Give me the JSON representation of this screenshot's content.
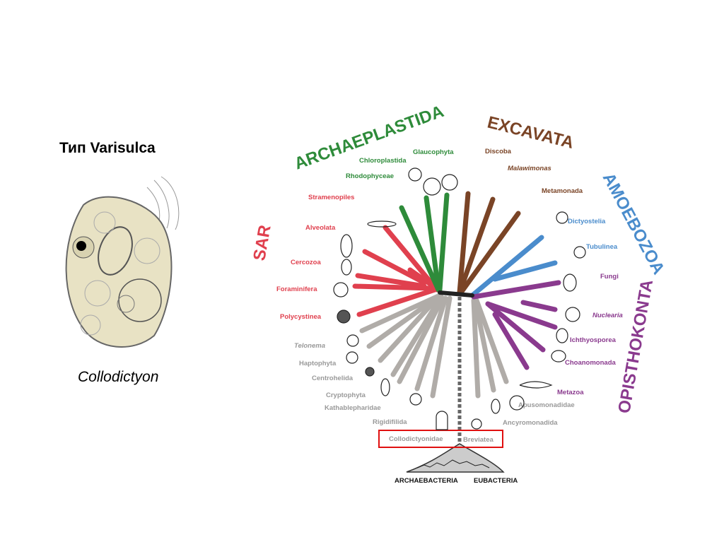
{
  "slide": {
    "title": "Тип Varisulca",
    "caption": "Collodictyon"
  },
  "tree": {
    "supergroups": {
      "sar": "SAR",
      "archaeplastida": "ARCHAEPLASTIDA",
      "excavata": "EXCAVATA",
      "amoebozoa": "AMOEBOZOA",
      "opisthokonta": "OPISTHOKONTA"
    },
    "colors": {
      "sar": "#e0404e",
      "archaeplastida": "#2e8b3a",
      "excavata": "#7a4426",
      "amoebozoa": "#4a8ccc",
      "opisthokonta": "#8a3a8e",
      "other": "#aaaaaa",
      "highlight": "#e01010"
    },
    "labels": {
      "glaucophyta": "Glaucophyta",
      "chloroplastida": "Chloroplastida",
      "rhodophyceae": "Rhodophyceae",
      "stramenopiles": "Stramenopiles",
      "alveolata": "Alveolata",
      "cercozoa": "Cercozoa",
      "foraminifera": "Foraminifera",
      "polycystinea": "Polycystinea",
      "telonema": "Telonema",
      "haptophyta": "Haptophyta",
      "centrohelida": "Centrohelida",
      "cryptophyta": "Cryptophyta",
      "kathablepharidae": "Kathablepharidae",
      "rigidifilida": "Rigidifilida",
      "collodictyonidae": "Collodictyonidae",
      "breviatea": "Breviatea",
      "ancyromonadida": "Ancyromonadida",
      "apusomonadidae": "Apusomonadidae",
      "metazoa": "Metazoa",
      "choanomonada": "Choanomonada",
      "ichthyosporea": "Ichthyosporea",
      "nuclearia": "Nuclearia",
      "fungi": "Fungi",
      "tubulinea": "Tubulinea",
      "dictyostelia": "Dictyostelia",
      "metamonada": "Metamonada",
      "malawimonas": "Malawimonas",
      "discoba": "Discoba"
    },
    "root": {
      "archaebacteria": "ARCHAEBACTERIA",
      "eubacteria": "EUBACTERIA"
    }
  }
}
